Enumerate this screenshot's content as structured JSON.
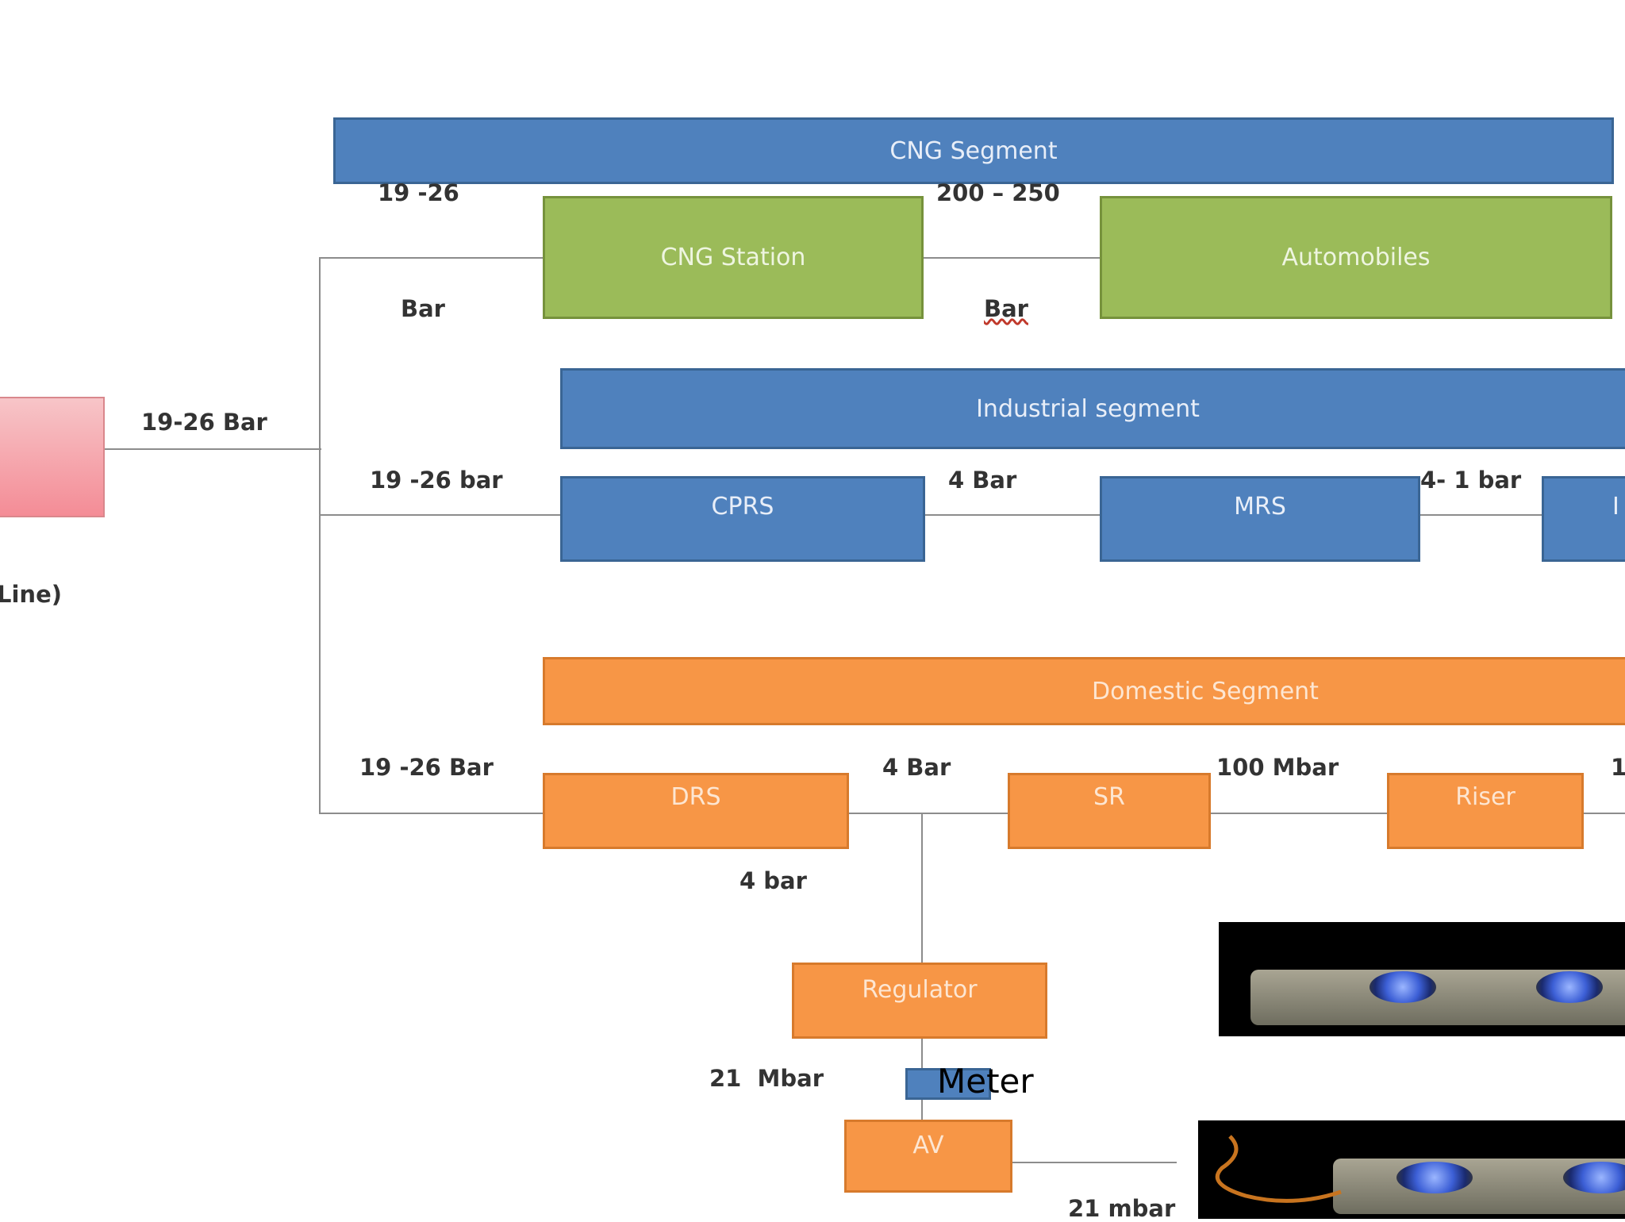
{
  "segments": {
    "cng": {
      "label": "CNG Segment"
    },
    "industrial": {
      "label": "Industrial segment"
    },
    "domestic": {
      "label": "Domestic Segment"
    }
  },
  "boxes": {
    "cng_station": "CNG Station",
    "automobiles": "Automobiles",
    "cprs": "CPRS",
    "mrs": "MRS",
    "industry_partial": "I",
    "drs": "DRS",
    "sr": "SR",
    "riser": "Riser",
    "regulator": "Regulator",
    "av": "AV",
    "meter": "Meter"
  },
  "labels": {
    "cng_in_top": "19 -26",
    "cng_in_bottom": "Bar",
    "cng_out_top": "200 – 250",
    "cng_out_bottom": "Bar",
    "main_line": "19-26 Bar",
    "source_partial": "Line)",
    "industrial_in": "19 -26 bar",
    "cprs_out": "4 Bar",
    "mrs_out": "4- 1 bar",
    "domestic_in": "19 -26 Bar",
    "drs_out": "4 Bar",
    "sr_out": "100 Mbar",
    "riser_out_partial": "1",
    "branch": "4 bar",
    "regulator_out": "21  Mbar",
    "av_out": "21 mbar"
  },
  "colors": {
    "blue": "#4f81bd",
    "green": "#9bbb59",
    "orange": "#f79646",
    "pink": "#f48c96"
  }
}
